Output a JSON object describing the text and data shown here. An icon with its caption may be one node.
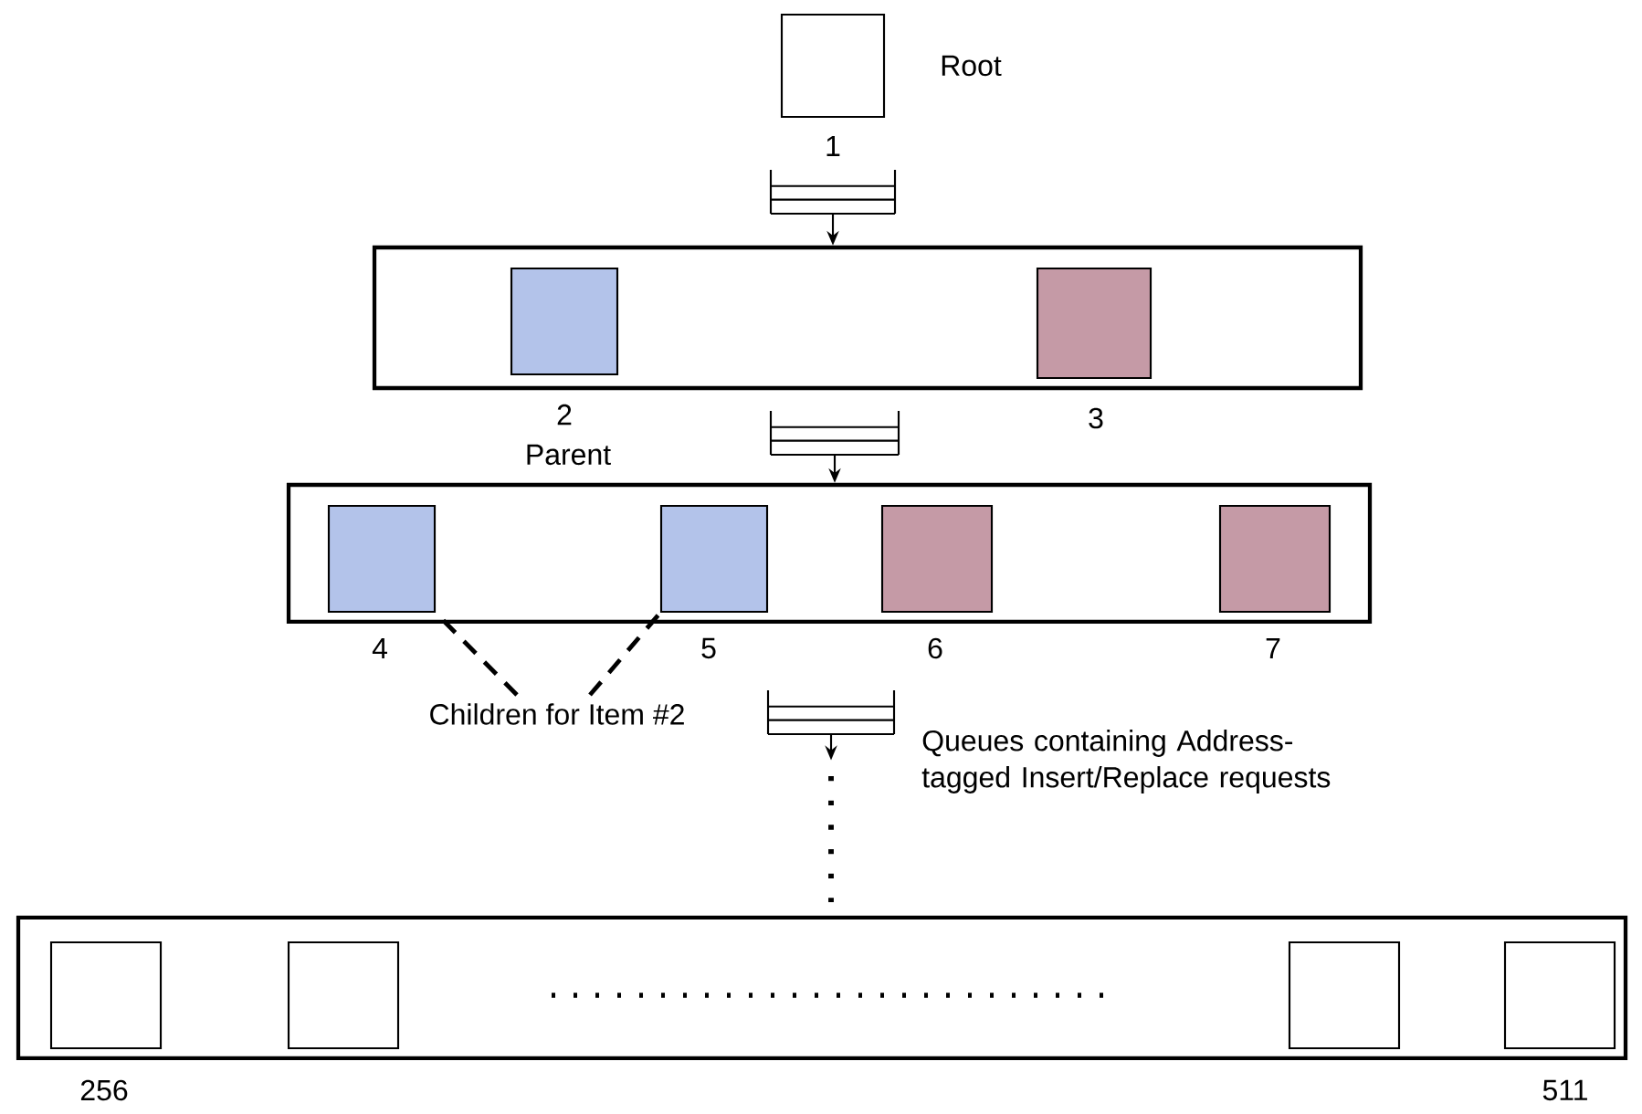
{
  "diagram": {
    "nodes": [
      {
        "text": [],
        "shape": "box",
        "beside": [
          "Root",
          "1"
        ]
      },
      {
        "text": [],
        "shape": "queue"
      },
      {
        "text": [],
        "shape": "box"
      },
      {
        "text": [],
        "shape": "box",
        "in": 2,
        "beside": [
          "2",
          "Parent"
        ]
      },
      {
        "text": [],
        "shape": "box",
        "in": 2,
        "beside": [
          "3"
        ]
      },
      {
        "text": [],
        "shape": "queue"
      },
      {
        "text": [],
        "shape": "box"
      },
      {
        "text": [],
        "shape": "box",
        "in": 6,
        "beside": [
          "4"
        ]
      },
      {
        "text": [],
        "shape": "box",
        "in": 6,
        "beside": [
          "5"
        ]
      },
      {
        "text": [],
        "shape": "box",
        "in": 6,
        "beside": [
          "6"
        ]
      },
      {
        "text": [],
        "shape": "box",
        "in": 6,
        "beside": [
          "7"
        ]
      },
      {
        "text": [
          "Children for Item #2"
        ]
      },
      {
        "text": [],
        "shape": "queue",
        "beside": [
          "Queues containing Address-tagged Insert/Replace requests"
        ]
      },
      {
        "text": [],
        "shape": "box"
      },
      {
        "text": [],
        "shape": "box",
        "in": 13,
        "beside": [
          "256"
        ]
      },
      {
        "text": [],
        "shape": "box",
        "in": 13
      },
      {
        "text": [],
        "shape": "box",
        "in": 13
      },
      {
        "text": [],
        "shape": "box",
        "in": 13,
        "beside": [
          "511"
        ]
      }
    ],
    "edges": [
      {
        "from": 1,
        "to": 2,
        "arrow": "to"
      },
      {
        "from": 5,
        "to": 6,
        "arrow": "to"
      },
      {
        "from": 11,
        "to": 7,
        "arrow": "none",
        "style": "dashed"
      },
      {
        "from": 11,
        "to": 8,
        "arrow": "none",
        "style": "dashed"
      },
      {
        "from": 12,
        "to": null,
        "arrow": "to"
      }
    ]
  }
}
